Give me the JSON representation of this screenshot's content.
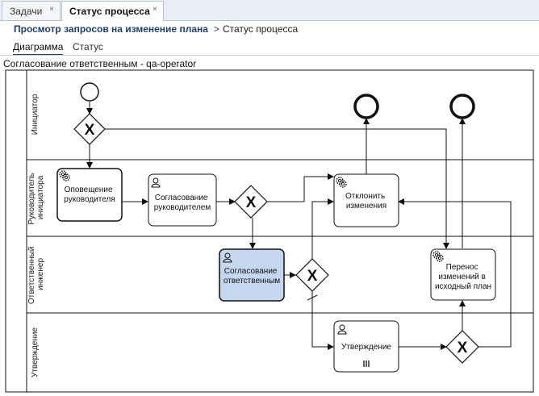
{
  "tabs": [
    {
      "label": "Задачи",
      "close": "×"
    },
    {
      "label": "Статус процесса",
      "close": "×"
    }
  ],
  "breadcrumb": {
    "link": "Просмотр запросов на изменение плана",
    "separator": ">",
    "current": "Статус процесса"
  },
  "view_tabs": {
    "diagram": "Диаграмма",
    "status": "Статус"
  },
  "diagram": {
    "title": "Согласование ответственным - qa-operator",
    "lanes": [
      {
        "label_lines": [
          "Инициатор"
        ]
      },
      {
        "label_lines": [
          "Руководитель",
          "инициатора"
        ]
      },
      {
        "label_lines": [
          "Ответственный",
          "инженер"
        ]
      },
      {
        "label_lines": [
          "Утверждение"
        ]
      }
    ],
    "tasks": {
      "notify_manager": [
        "Оповещение",
        "руководителя"
      ],
      "manager_approval": [
        "Согласование",
        "руководителем"
      ],
      "reject_changes": [
        "Отклонить",
        "изменения"
      ],
      "responsible_approval": [
        "Согласование",
        "ответственным"
      ],
      "transfer_changes": [
        "Перенос",
        "изменений в",
        "исходный план"
      ],
      "approval": [
        "Утверждение"
      ]
    },
    "gateway_symbol": "X",
    "colors": {
      "highlight": "#c5d7ee",
      "stroke": "#111111"
    }
  }
}
